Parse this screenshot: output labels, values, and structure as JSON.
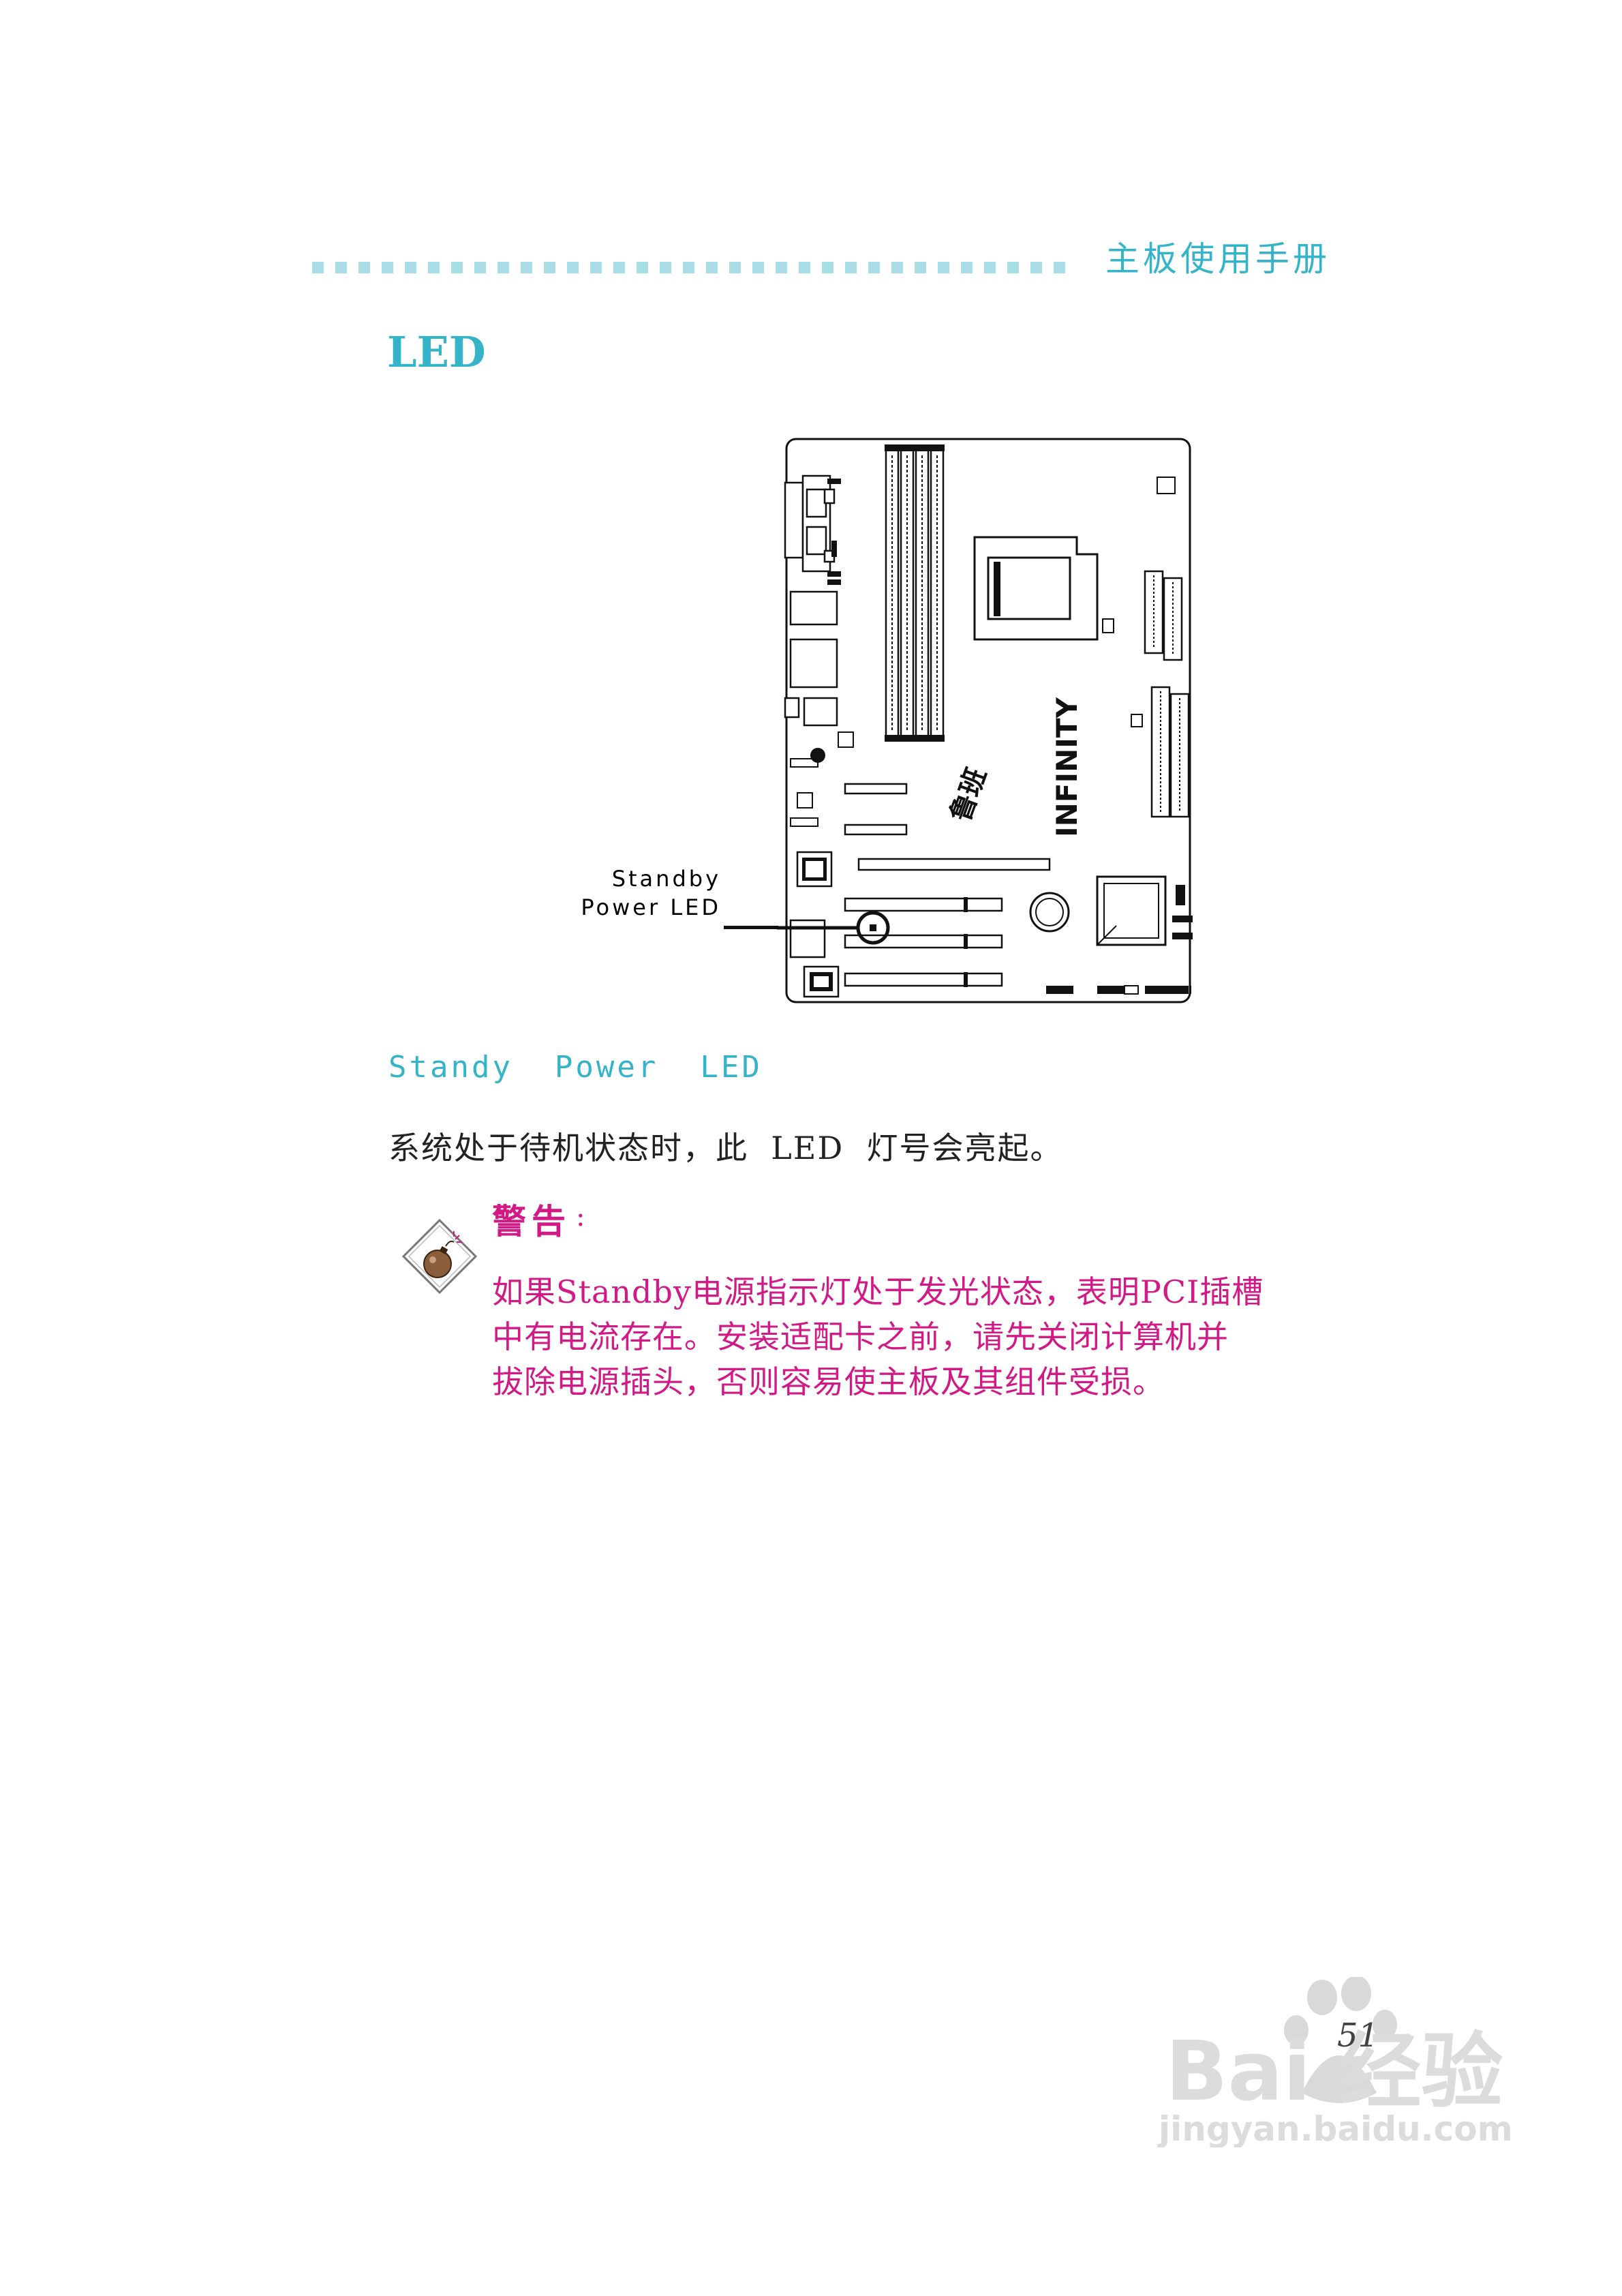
{
  "header": {
    "running_title": "主板使用手册"
  },
  "section": {
    "title": "LED"
  },
  "diagram": {
    "callout_line1": "Standby",
    "callout_line2": "Power LED",
    "brand_text": "INFINITY"
  },
  "subsection": {
    "title": "Standy  Power  LED",
    "body": "系统处于待机状态时，此  LED  灯号会亮起。"
  },
  "warning": {
    "title": "警告",
    "colon": ":",
    "lines": [
      "如果Standby电源指示灯处于发光状态，表明PCI插槽",
      "中有电流存在。安装适配卡之前，请先关闭计算机并",
      "拔除电源插头，否则容易使主板及其组件受损。"
    ],
    "icon": "bomb-warning-icon"
  },
  "footer": {
    "page_number": "51",
    "watermark_line1": "Bai 经验",
    "watermark_line2": "jingyan.baidu.com"
  },
  "colors": {
    "accent_cyan": "#35b3c9",
    "dots_cyan": "#a9dde8",
    "warning_magenta": "#d11a86"
  }
}
